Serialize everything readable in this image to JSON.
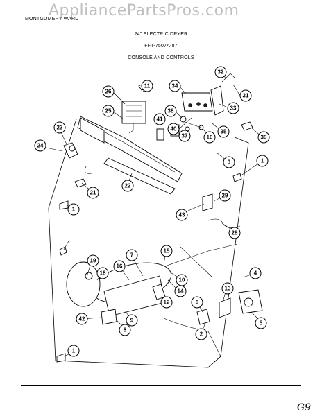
{
  "watermark": "AppliancePartsPros.com",
  "header": {
    "brand": "MONTGOMERY WARD",
    "model_title": "24\" ELECTRIC DRYER",
    "model_number": "FFT-7507A-87",
    "section": "CONSOLE AND CONTROLS"
  },
  "callouts": [
    "11",
    "32",
    "34",
    "31",
    "26",
    "38",
    "41",
    "33",
    "25",
    "40",
    "37",
    "10",
    "35",
    "23",
    "39",
    "24",
    "3",
    "1",
    "21",
    "22",
    "29",
    "43",
    "28",
    "1",
    "15",
    "19",
    "16",
    "7",
    "4",
    "18",
    "10",
    "14",
    "13",
    "12",
    "6",
    "42",
    "9",
    "5",
    "8",
    "2",
    "1"
  ],
  "page_label": "G9"
}
